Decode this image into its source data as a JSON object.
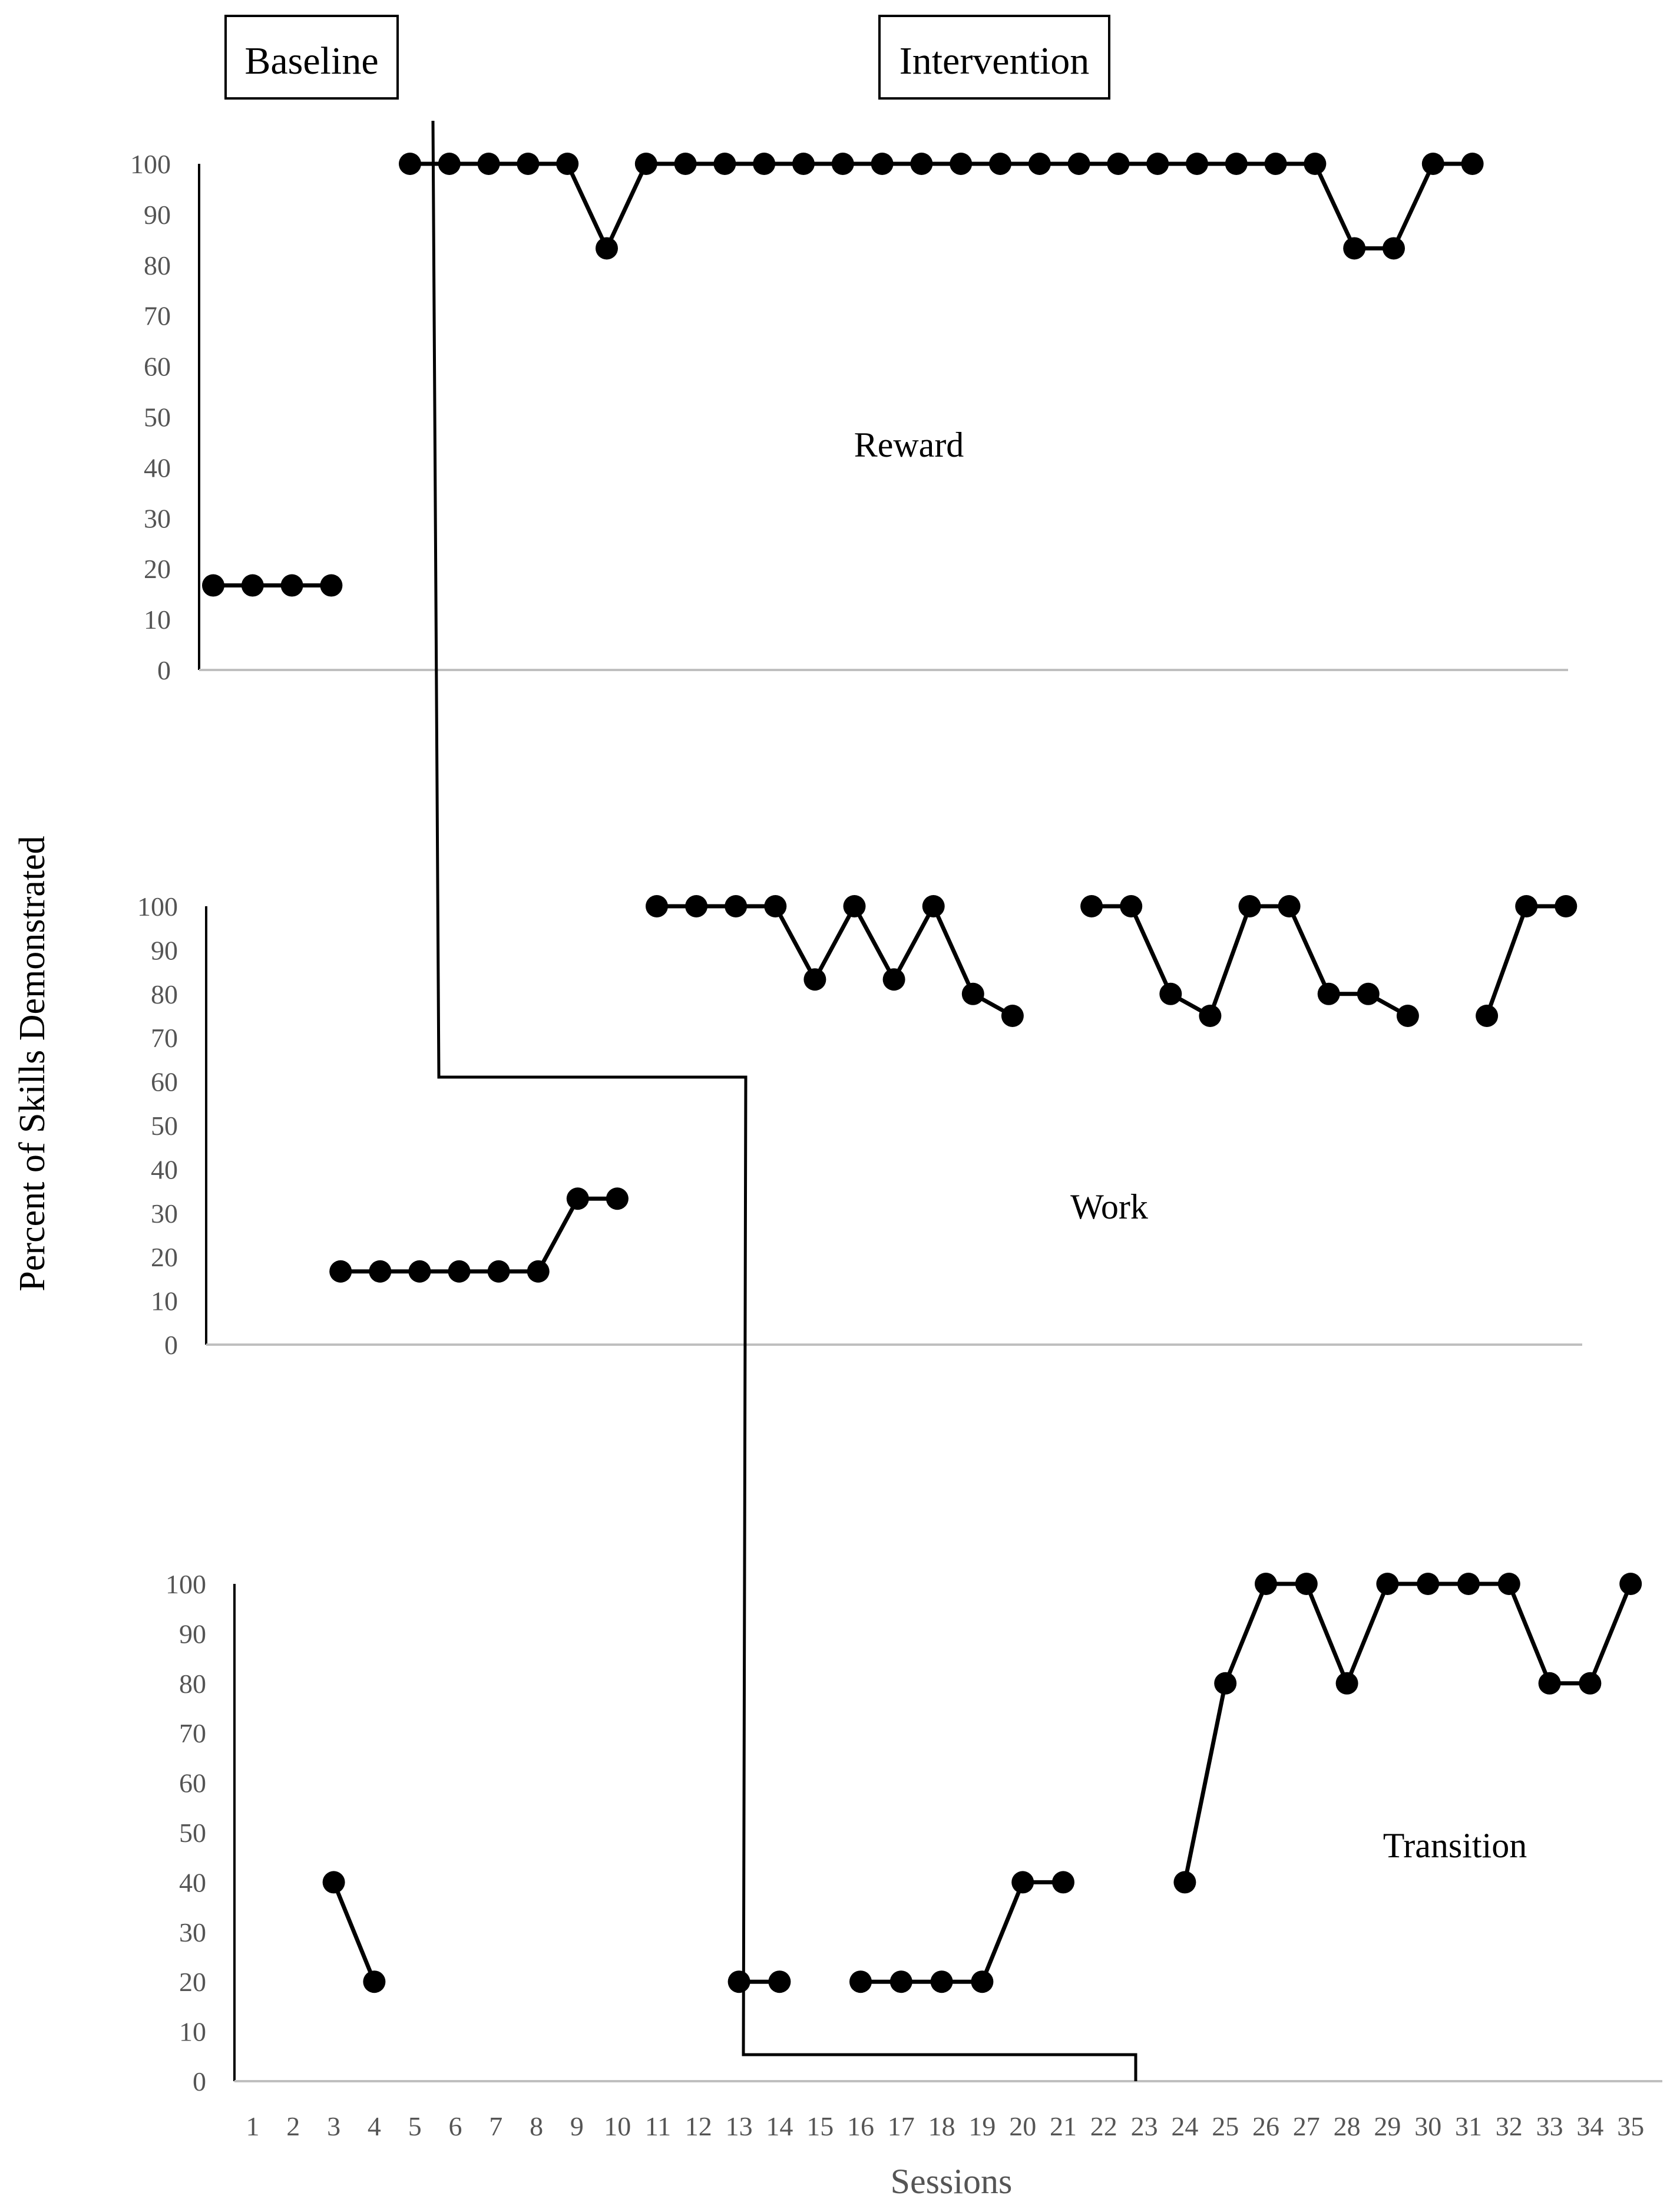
{
  "phase_labels": {
    "baseline": "Baseline",
    "intervention": "Intervention"
  },
  "ylabel": "Percent of Skills Demonstrated",
  "xlabel": "Sessions",
  "colors": {
    "ink": "#000000",
    "tick_text": "#555555",
    "axis_line": "#bfbfbf"
  },
  "chart_data": [
    {
      "type": "line",
      "panel": "Reward",
      "ylim": [
        0,
        100
      ],
      "yticks": [
        0,
        10,
        20,
        30,
        40,
        50,
        60,
        70,
        80,
        90,
        100
      ],
      "series": [
        {
          "points": [
            [
              1,
              16.7
            ],
            [
              2,
              16.7
            ],
            [
              3,
              16.7
            ],
            [
              4,
              16.7
            ]
          ]
        },
        {
          "points": [
            [
              6,
              100
            ],
            [
              7,
              100
            ],
            [
              8,
              100
            ],
            [
              9,
              100
            ],
            [
              10,
              100
            ],
            [
              11,
              83.3
            ],
            [
              12,
              100
            ],
            [
              13,
              100
            ],
            [
              14,
              100
            ],
            [
              15,
              100
            ],
            [
              16,
              100
            ],
            [
              17,
              100
            ],
            [
              18,
              100
            ],
            [
              19,
              100
            ],
            [
              20,
              100
            ],
            [
              21,
              100
            ],
            [
              22,
              100
            ],
            [
              23,
              100
            ],
            [
              24,
              100
            ],
            [
              25,
              100
            ],
            [
              26,
              100
            ],
            [
              27,
              100
            ],
            [
              28,
              100
            ],
            [
              29,
              100
            ],
            [
              30,
              83.3
            ],
            [
              31,
              83.3
            ],
            [
              32,
              100
            ],
            [
              33,
              100
            ]
          ]
        }
      ]
    },
    {
      "type": "line",
      "panel": "Work",
      "ylim": [
        0,
        100
      ],
      "yticks": [
        0,
        10,
        20,
        30,
        40,
        50,
        60,
        70,
        80,
        90,
        100
      ],
      "series": [
        {
          "points": [
            [
              3,
              16.7
            ],
            [
              4,
              16.7
            ],
            [
              5,
              16.7
            ],
            [
              6,
              16.7
            ],
            [
              7,
              16.7
            ],
            [
              8,
              16.7
            ],
            [
              9,
              33.3
            ],
            [
              10,
              33.3
            ]
          ]
        },
        {
          "points": [
            [
              11,
              100
            ],
            [
              12,
              100
            ],
            [
              13,
              100
            ],
            [
              14,
              100
            ],
            [
              15,
              83.3
            ],
            [
              16,
              100
            ],
            [
              17,
              83.3
            ],
            [
              18,
              100
            ],
            [
              19,
              80
            ],
            [
              20,
              75
            ]
          ]
        },
        {
          "points": [
            [
              22,
              100
            ],
            [
              23,
              100
            ],
            [
              24,
              80
            ],
            [
              25,
              75
            ],
            [
              26,
              100
            ],
            [
              27,
              100
            ],
            [
              28,
              80
            ],
            [
              29,
              80
            ],
            [
              30,
              75
            ]
          ]
        },
        {
          "points": [
            [
              32,
              75
            ],
            [
              33,
              100
            ],
            [
              34,
              100
            ]
          ]
        }
      ]
    },
    {
      "type": "line",
      "panel": "Transition",
      "ylim": [
        0,
        100
      ],
      "yticks": [
        0,
        10,
        20,
        30,
        40,
        50,
        60,
        70,
        80,
        90,
        100
      ],
      "x_ticks": [
        1,
        2,
        3,
        4,
        5,
        6,
        7,
        8,
        9,
        10,
        11,
        12,
        13,
        14,
        15,
        16,
        17,
        18,
        19,
        20,
        21,
        22,
        23,
        24,
        25,
        26,
        27,
        28,
        29,
        30,
        31,
        32,
        33,
        34,
        35
      ],
      "series": [
        {
          "points": [
            [
              3,
              40
            ],
            [
              4,
              20
            ]
          ]
        },
        {
          "points": [
            [
              13,
              20
            ],
            [
              14,
              20
            ]
          ]
        },
        {
          "points": [
            [
              16,
              20
            ],
            [
              17,
              20
            ],
            [
              18,
              20
            ],
            [
              19,
              20
            ],
            [
              20,
              40
            ],
            [
              21,
              40
            ]
          ]
        },
        {
          "points": [
            [
              24,
              40
            ],
            [
              25,
              80
            ],
            [
              26,
              100
            ],
            [
              27,
              100
            ],
            [
              28,
              80
            ],
            [
              29,
              100
            ],
            [
              30,
              100
            ],
            [
              31,
              100
            ],
            [
              32,
              100
            ],
            [
              33,
              80
            ],
            [
              34,
              80
            ],
            [
              35,
              100
            ]
          ]
        }
      ]
    }
  ]
}
